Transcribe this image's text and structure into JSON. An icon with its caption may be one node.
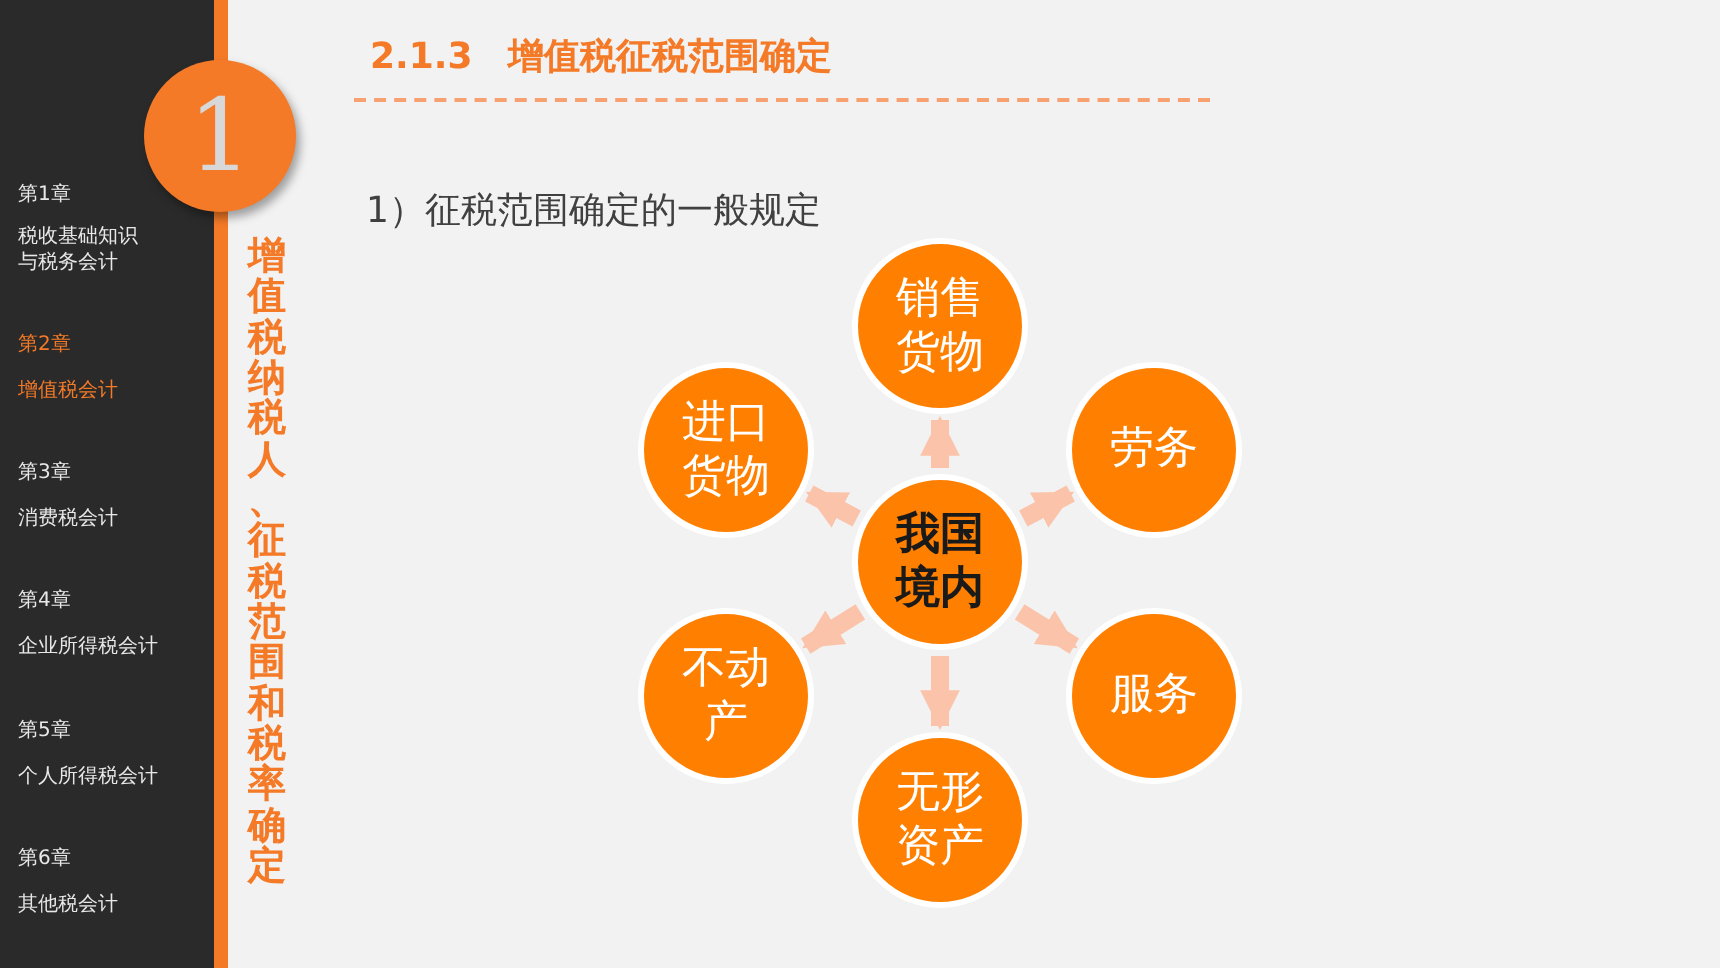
{
  "diagram": {
    "title": "2.1.3　增值税征税范围确定",
    "nodes": [
      {
        "text": [
          "1"
        ]
      },
      {
        "text": [
          "我国境内"
        ]
      },
      {
        "text": [
          "销售货物"
        ]
      },
      {
        "text": [
          "劳务"
        ]
      },
      {
        "text": [
          "服务"
        ]
      },
      {
        "text": [
          "无形资产"
        ]
      },
      {
        "text": [
          "不动产"
        ]
      },
      {
        "text": [
          "进口货物"
        ]
      }
    ],
    "edges": [
      {
        "from": 1,
        "to": 2,
        "arrow": "to"
      },
      {
        "from": 1,
        "to": 3,
        "arrow": "to"
      },
      {
        "from": 1,
        "to": 4,
        "arrow": "to"
      },
      {
        "from": 1,
        "to": 5,
        "arrow": "to"
      },
      {
        "from": 1,
        "to": 6,
        "arrow": "to"
      },
      {
        "from": 1,
        "to": 7,
        "arrow": "to"
      }
    ],
    "labels": [
      "第1章",
      "税收基础知识与税务会计",
      "第2章",
      "增值税会计",
      "第3章",
      "消费税会计",
      "第4章",
      "企业所得税会计",
      "第5章",
      "个人所得税会计",
      "第6章",
      "其他税会计",
      "增值税纳税人、征税范围和税率确定",
      "1）征税范围确定的一般规定"
    ]
  }
}
